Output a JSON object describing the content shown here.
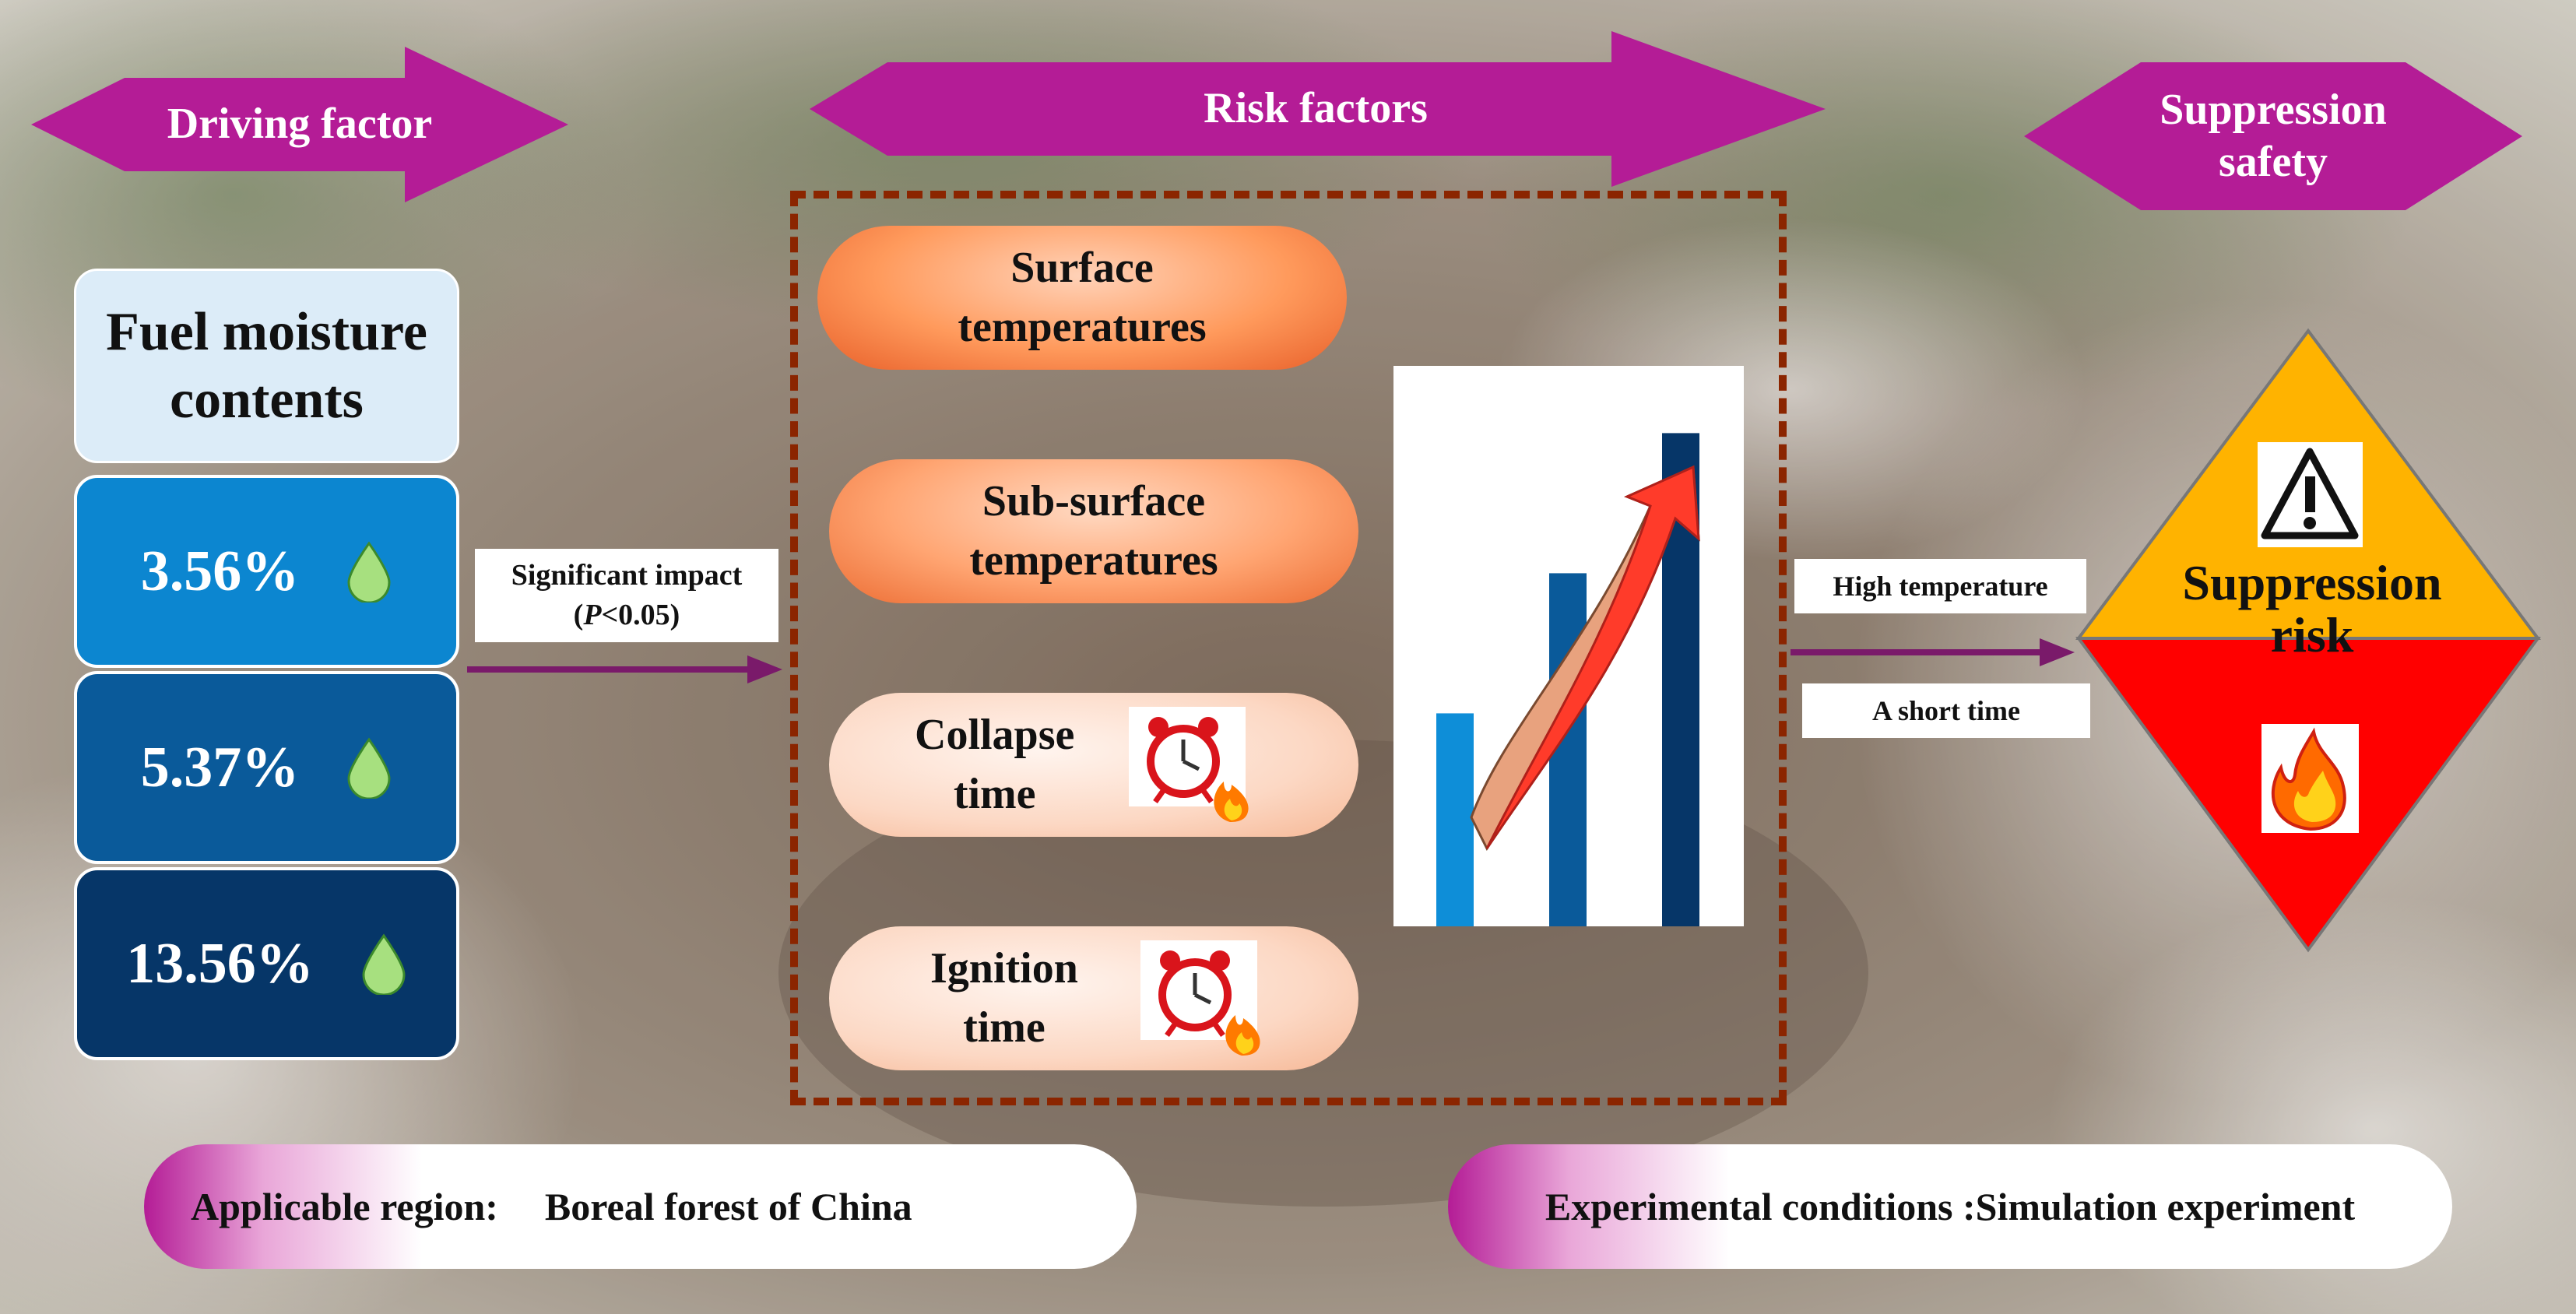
{
  "header": {
    "driving_factor": "Driving factor",
    "risk_factors": "Risk factors",
    "suppression_safety_line1": "Suppression",
    "suppression_safety_line2": "safety"
  },
  "fuel_moisture": {
    "title_line1": "Fuel moisture",
    "title_line2": "contents",
    "levels": [
      {
        "value": "3.56%",
        "color": "#0c86d0"
      },
      {
        "value": "5.37%",
        "color": "#0a5a9a"
      },
      {
        "value": "13.56%",
        "color": "#063668"
      }
    ],
    "icon": "water-drop-icon"
  },
  "impact": {
    "line1": "Significant impact",
    "line2_open": "(",
    "line2_p": "P",
    "line2_rest": "<0.05)"
  },
  "risk_factors": [
    {
      "line1": "Surface",
      "line2": "temperatures"
    },
    {
      "line1": "Sub-surface",
      "line2": "temperatures"
    },
    {
      "line1": "Collapse",
      "line2": "time",
      "icon": "alarm-clock-fire-icon"
    },
    {
      "line1": "Ignition",
      "line2": "time",
      "icon": "alarm-clock-fire-icon"
    }
  ],
  "trend_chart": {
    "bars": [
      0.38,
      0.63,
      0.88
    ],
    "bar_colors": [
      "#0e8ed8",
      "#0a5a9a",
      "#063668"
    ],
    "arrow": "curved-up-arrow-icon"
  },
  "outcome": {
    "high_temperature": "High temperature",
    "short_time": "A short time"
  },
  "suppression_risk": {
    "line1": "Suppression",
    "line2": "risk",
    "top_color": "#ffb300",
    "bottom_color": "#ff0000",
    "icons": [
      "warning-icon",
      "fire-icon"
    ]
  },
  "footer": {
    "region_label": "Applicable region:",
    "region_value": "Boreal forest of China",
    "conditions": "Experimental conditions :Simulation experiment"
  },
  "colors": {
    "accent_magenta": "#b41c96",
    "dashed_frame": "#8b2500",
    "pill_orange": "#ff8040",
    "pill_peach": "#fcd8c4"
  }
}
